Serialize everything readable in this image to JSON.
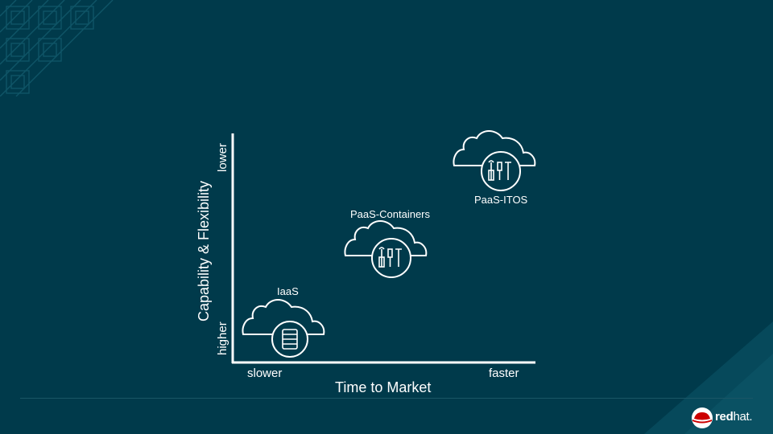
{
  "diagram": {
    "y_axis_title": "Capability & Flexibility",
    "y_axis_low_label": "higher",
    "y_axis_high_label": "lower",
    "x_axis_title": "Time to Market",
    "x_axis_low_label": "slower",
    "x_axis_high_label": "faster",
    "nodes": [
      {
        "label": "IaaS",
        "icon": "server-icon"
      },
      {
        "label": "PaaS-Containers",
        "icon": "tools-icon"
      },
      {
        "label": "PaaS-ITOS",
        "icon": "tools-icon"
      }
    ]
  },
  "brand": {
    "logo_text_bold": "red",
    "logo_text_rest": "hat."
  },
  "colors": {
    "background": "#003a4b",
    "foreground": "#ffffff",
    "brand_red": "#cc0000"
  }
}
